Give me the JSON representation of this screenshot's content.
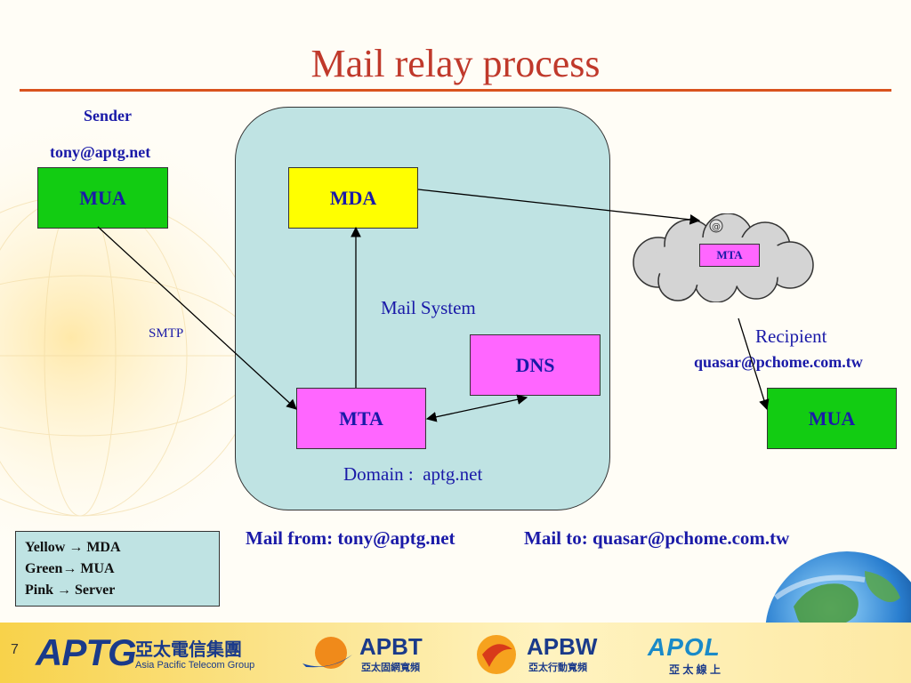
{
  "title": "Mail relay process",
  "sender": {
    "label": "Sender",
    "email": "tony@aptg.net"
  },
  "recipient": {
    "label": "Recipient",
    "email": "quasar@pchome.com.tw"
  },
  "nodes": {
    "sender_mua": "MUA",
    "mda": "MDA",
    "mta": "MTA",
    "dns": "DNS",
    "cloud_mta": "MTA",
    "recipient_mua": "MUA"
  },
  "edge_labels": {
    "smtp": "SMTP"
  },
  "system": {
    "label": "Mail System",
    "domain": "Domain :  aptg.net"
  },
  "mail_from": "Mail from: tony@aptg.net",
  "mail_to": "Mail to: quasar@pchome.com.tw",
  "legend": [
    {
      "color": "Yellow",
      "meaning": "MDA"
    },
    {
      "color": "Green",
      "meaning": "MUA"
    },
    {
      "color": "Pink",
      "meaning": "Server"
    }
  ],
  "legend_arrow": "→",
  "footer": {
    "page_number": "7",
    "logos": {
      "aptg": "APTG",
      "aptg_cn": "亞太電信集團",
      "aptg_en": "Asia Pacific Telecom Group",
      "apbt": "APBT",
      "apbt_cn": "亞太固網寬頻",
      "apbw": "APBW",
      "apbw_cn": "亞太行動寬頻",
      "apol": "APOL",
      "apol_cn": "亞 太 線 上"
    }
  },
  "colors": {
    "mua": "#12cc12",
    "mda": "#ffff00",
    "server": "#ff66ff",
    "system": "#bfe3e3",
    "title": "#c0392b",
    "text_blue": "#1a1aa8"
  }
}
